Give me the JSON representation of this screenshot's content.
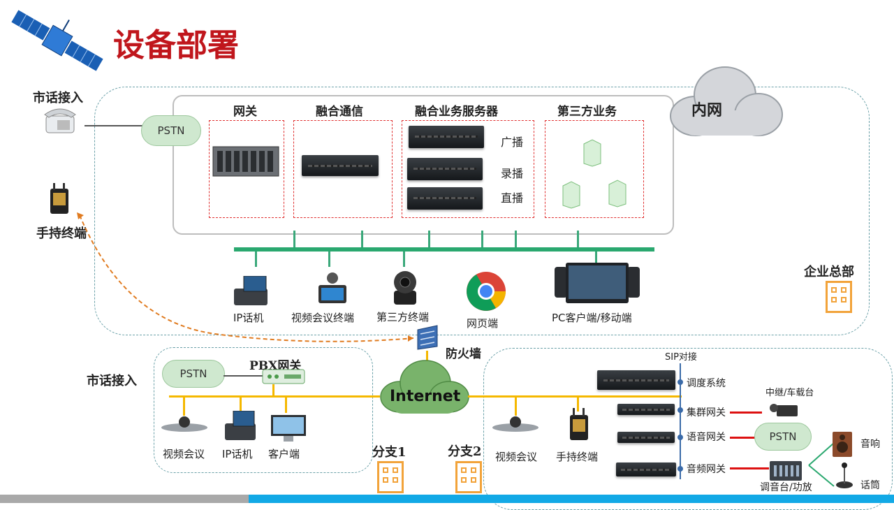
{
  "title": "设备部署",
  "top": {
    "pstn_in_label": "市话接入",
    "handheld_label": "手持终端",
    "pstn_cloud": "PSTN",
    "intranet_cloud": "内网",
    "hq_label": "企业总部",
    "groups": {
      "gateway": "网关",
      "convergence": "融合通信",
      "server": "融合业务服务器",
      "third": "第三方业务"
    },
    "server_roles": [
      "广播",
      "录播",
      "直播"
    ],
    "terminals": [
      "IP话机",
      "视频会议终端",
      "第三方终端",
      "网页端",
      "PC客户端/移动端"
    ]
  },
  "middle": {
    "firewall": "防火墙",
    "internet": "Internet"
  },
  "branch1": {
    "pstn_in_label": "市话接入",
    "pstn_cloud": "PSTN",
    "pbx_label": "PBX网关",
    "devices": [
      "视频会议",
      "IP话机",
      "客户端"
    ],
    "name": "分支1"
  },
  "branch2": {
    "name": "分支2",
    "sip": "SIP对接",
    "dispatch": "调度系统",
    "gateways": [
      "集群网关",
      "语音网关",
      "音频网关"
    ],
    "devices": [
      "视频会议",
      "手持终端"
    ],
    "relay": "中继/车载台",
    "pstn_cloud": "PSTN",
    "mixer": "调音台/功放",
    "speaker": "音响",
    "mic": "话筒"
  },
  "colors": {
    "title_red": "#c0161c",
    "bus_green": "#2aa86f",
    "bus_yellow": "#f5b800",
    "building_orange": "#f2a33a",
    "firewall_path": "#e07b20",
    "footer_blue": "#12a9e6"
  }
}
